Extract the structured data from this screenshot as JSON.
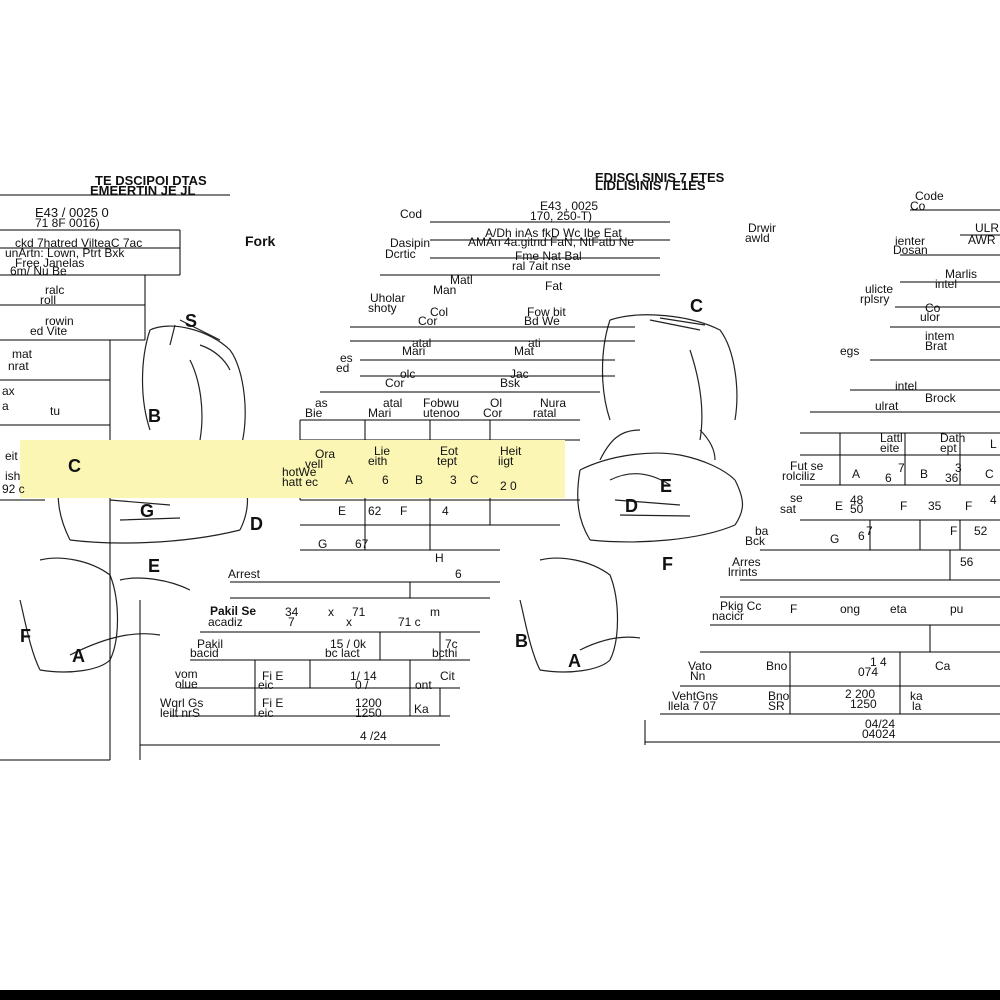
{
  "left_sheet": {
    "title1": "TE DSCIPOI DTAS",
    "title2": "EMEERTIN JE JL",
    "code1": "E43 / 0025 0",
    "code2": "71 8F 0016)",
    "desc1": "ckd 7hatred VilteaC 7ac",
    "desc2": "unArtn: Lown, Ptrt Bxk",
    "desc3": "Free Janelas",
    "desc4": "6m/ Nu Be",
    "side_label": "Fork",
    "mat1": "ralc",
    "mat2": "roll",
    "mat3": "rowin",
    "mat4": "ed Vite",
    "col_a": "mat",
    "col_b": "nrat",
    "col_c": "ax",
    "col_d": "a",
    "col_e": "tu",
    "weight": "eit",
    "weight2": "ish",
    "val_92": "92 c"
  },
  "center_sheet": {
    "title": "EDISCI SINIS 7 ETES",
    "code_label": "Cod",
    "code1": "E43 , 0025",
    "code2": "170, 250-T)",
    "desc_label": "Dasipin",
    "desc_label2": "Dcrtic",
    "desc1": "A/Dh inAs fkD Wc Ibe Eat",
    "desc2": "AMAn 4a:gitnd FaN, NtFatb Ne",
    "desc3": "Fme Nat Bal",
    "desc4": "ral 7ait nse",
    "mat_label": "Matl",
    "mat_label2": "Man",
    "mat_val": "Fat",
    "uphol_label": "Uholar",
    "uphol_label2": "shoty",
    "color_label": "Col",
    "color_label2": "Cor",
    "color_val": "Fow bit",
    "color_val2": "Bd We",
    "leg_label": "es",
    "leg_label2": "ed",
    "leg_mat": "atal",
    "leg_mat2": "Mari",
    "leg_mat3": "ati",
    "leg_mat4": "Mat",
    "leg_col": "olc",
    "leg_col2": "Cor",
    "leg_colv": "Jac",
    "leg_colv2": "Bsk",
    "base_label": "as",
    "base_label2": "Bie",
    "base_h1": "atal",
    "base_h2": "Mari",
    "base_h3": "Fobwu",
    "base_h4": "utenoo",
    "base_h5": "Ol",
    "base_h6": "Cor",
    "base_h7": "Nura",
    "base_h8": "ratal",
    "dim_h1": "Ora",
    "dim_h2": "vell",
    "dim_h3": "Lie",
    "dim_h4": "eith",
    "dim_h5": "Eot",
    "dim_h6": "tept",
    "dim_h7": "Heit",
    "dim_h8": "iigt",
    "dim_r1": "hotWe",
    "dim_r2": "hatt ec",
    "dim_r3": "A",
    "dim_r4": "6",
    "dim_r5": "B",
    "dim_r6": "3",
    "dim_r7": "C",
    "dim_r8": "2 0",
    "dim_s1": "E",
    "dim_s2": "62",
    "dim_s3": "F",
    "dim_s4": "4",
    "dim_t1": "G",
    "dim_t2": "67",
    "dim_t3": "H",
    "dim_t4": "6",
    "armrest": "Arrest",
    "pkg_label": "Pakil Se",
    "pkg_label2": "acadiz",
    "pkg_val1": "34",
    "pkg_val2": "x",
    "pkg_val3": "71",
    "pkg_val4": "m",
    "pkg_val5": "7",
    "pkg_val6": "x",
    "pkg_val7": "71 c",
    "pkg2_label": "Pakil",
    "pkg2_label2": "bacid",
    "pkg2_val": "15 / 0k",
    "pkg2_val2": "bc lact",
    "pkg2_val3": "7c",
    "pkg2_val4": "bcthi",
    "vol_label": "vom",
    "vol_label2": "olue",
    "vol_val1": "Fi E",
    "vol_val2": "eic",
    "vol_val3": "1/ 14",
    "vol_val4": "0 /",
    "vol_val5": "Cit",
    "vol_val6": "ont",
    "wt_label": "Wqrl Gs",
    "wt_label2": "leilt nrS",
    "wt_val1": "Fi E",
    "wt_val2": "eic",
    "wt_val3": "1200",
    "wt_val4": "1250",
    "wt_val5": "Ka",
    "date": "4 /24"
  },
  "right_sheet": {
    "title": "LIDLISINIS / E1ES",
    "code_label": "Code",
    "code_label2": "Co",
    "draw_label": "Drwir",
    "draw_label2": "awld",
    "desc_label": "ienter",
    "desc_label2": "Dosan",
    "desc_val": "ULR",
    "desc_val2": "AWR",
    "mat_label": "Marlis",
    "mat_label2": "intel",
    "uphol_label": "ulicte",
    "uphol_label2": "rplsry",
    "col_label": "Co",
    "col_label2": "ulor",
    "leg_label": "egs",
    "leg_h1": "intem",
    "leg_h2": "Brat",
    "base1": "intel",
    "base2": "Brock",
    "base3": "ulrat",
    "dim_h1": "Lattl",
    "dim_h2": "eite",
    "dim_h3": "Dath",
    "dim_h4": "ept",
    "dim_h5": "L",
    "dim_r1": "Fut se",
    "dim_r2": "rolciliz",
    "dim_r3": "A",
    "dim_r4": "6",
    "dim_r5": "7",
    "dim_r6": "B",
    "dim_r7": "36",
    "dim_r8": "3",
    "dim_r9": "C",
    "seat1": "se",
    "seat2": "sat",
    "seat3": "E",
    "seat4": "48",
    "seat5": "50",
    "seat6": "F",
    "seat7": "35",
    "seat8": "F",
    "seat9": "4",
    "back1": "ba",
    "back2": "Bck",
    "back3": "G",
    "back4": "6",
    "back5": "7",
    "back6": "F",
    "back7": "52",
    "arm1": "Arres",
    "arm2": "lrrints",
    "arm3": "56",
    "pkg1": "Pkig Cc",
    "pkg2": "nacicr",
    "pkg3": "F",
    "pkg4": "ong",
    "pkg5": "eta",
    "pkg6": "pu",
    "vol1": "Vato",
    "vol2": "Nn",
    "vol3": "Bno",
    "vol4": "1 4",
    "vol5": "074",
    "vol6": "Ca",
    "wt1": "VehtGns",
    "wt2": "llela 7 07",
    "wt3": "Bno",
    "wt4": "SR",
    "wt5": "2 200",
    "wt6": "1250",
    "wt7": "ka",
    "wt8": "la",
    "date1": "04/24",
    "date2": "04024"
  },
  "drawing_labels": {
    "a_left": "A",
    "b_left": "B",
    "c_left": "C",
    "d_left": "D",
    "e_left": "E",
    "f_left": "F",
    "g_left": "G",
    "s_left": "S",
    "a_right": "A",
    "b_right": "B",
    "c_right": "C",
    "d_right": "D",
    "e_right": "E",
    "f_right": "F"
  }
}
